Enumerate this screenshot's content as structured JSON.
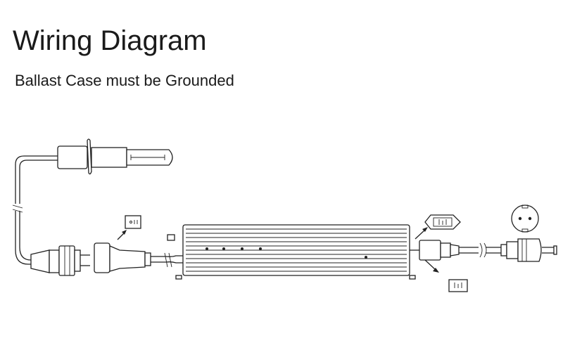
{
  "title": "Wiring Diagram",
  "subtitle": "Ballast Case must be Grounded",
  "components": {
    "lamp": "lamp",
    "lamp_connector": "lamp-connector-plug",
    "ballast_connector": "ballast-output-connector",
    "socket_inset": "socket-inset",
    "ballast": "ballast-case",
    "iec_inlet_inset": "iec-inlet-inset",
    "iec_plug": "iec-power-plug",
    "iec_socket_inset": "iec-socket-inset",
    "schuko_inset": "schuko-socket-inset",
    "schuko_plug": "schuko-mains-plug"
  },
  "colors": {
    "line": "#222222",
    "background": "#ffffff"
  }
}
